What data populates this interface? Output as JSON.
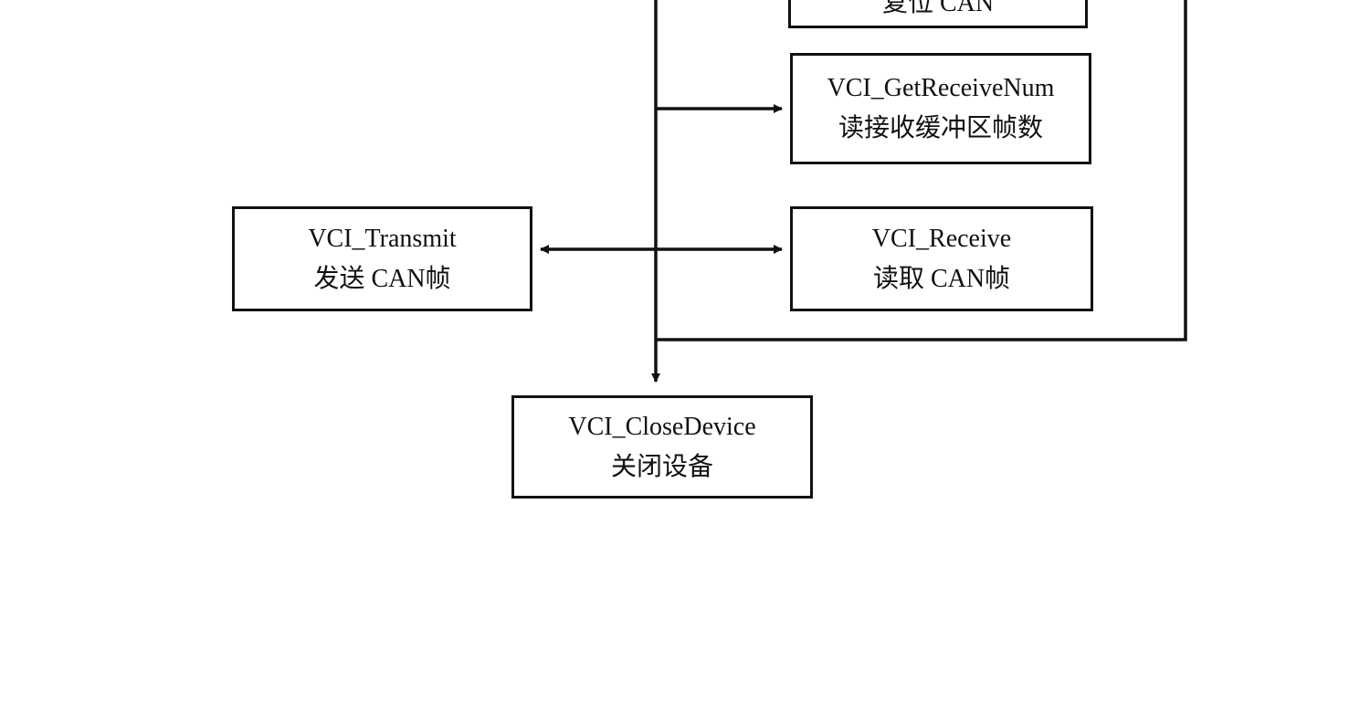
{
  "diagram": {
    "nodes": {
      "reset": {
        "label_cn": "复位 CAN"
      },
      "get_receive_num": {
        "func": "VCI_GetReceiveNum",
        "label_cn": "读接收缓冲区帧数"
      },
      "receive": {
        "func": "VCI_Receive",
        "label_cn": "读取 CAN帧"
      },
      "transmit": {
        "func": "VCI_Transmit",
        "label_cn": "发送 CAN帧"
      },
      "close_device": {
        "func": "VCI_CloseDevice",
        "label_cn": "关闭设备"
      }
    },
    "edges": [
      {
        "from": "main-trunk",
        "to": "get_receive_num",
        "type": "arrow"
      },
      {
        "from": "main-trunk",
        "to": "receive",
        "type": "arrow"
      },
      {
        "from": "main-trunk",
        "to": "transmit",
        "type": "arrow"
      },
      {
        "from": "main-trunk",
        "to": "close_device",
        "type": "arrow"
      },
      {
        "from": "right-loop",
        "to": "main-trunk",
        "type": "line"
      }
    ],
    "colors": {
      "stroke": "#111111",
      "background": "#ffffff"
    }
  }
}
